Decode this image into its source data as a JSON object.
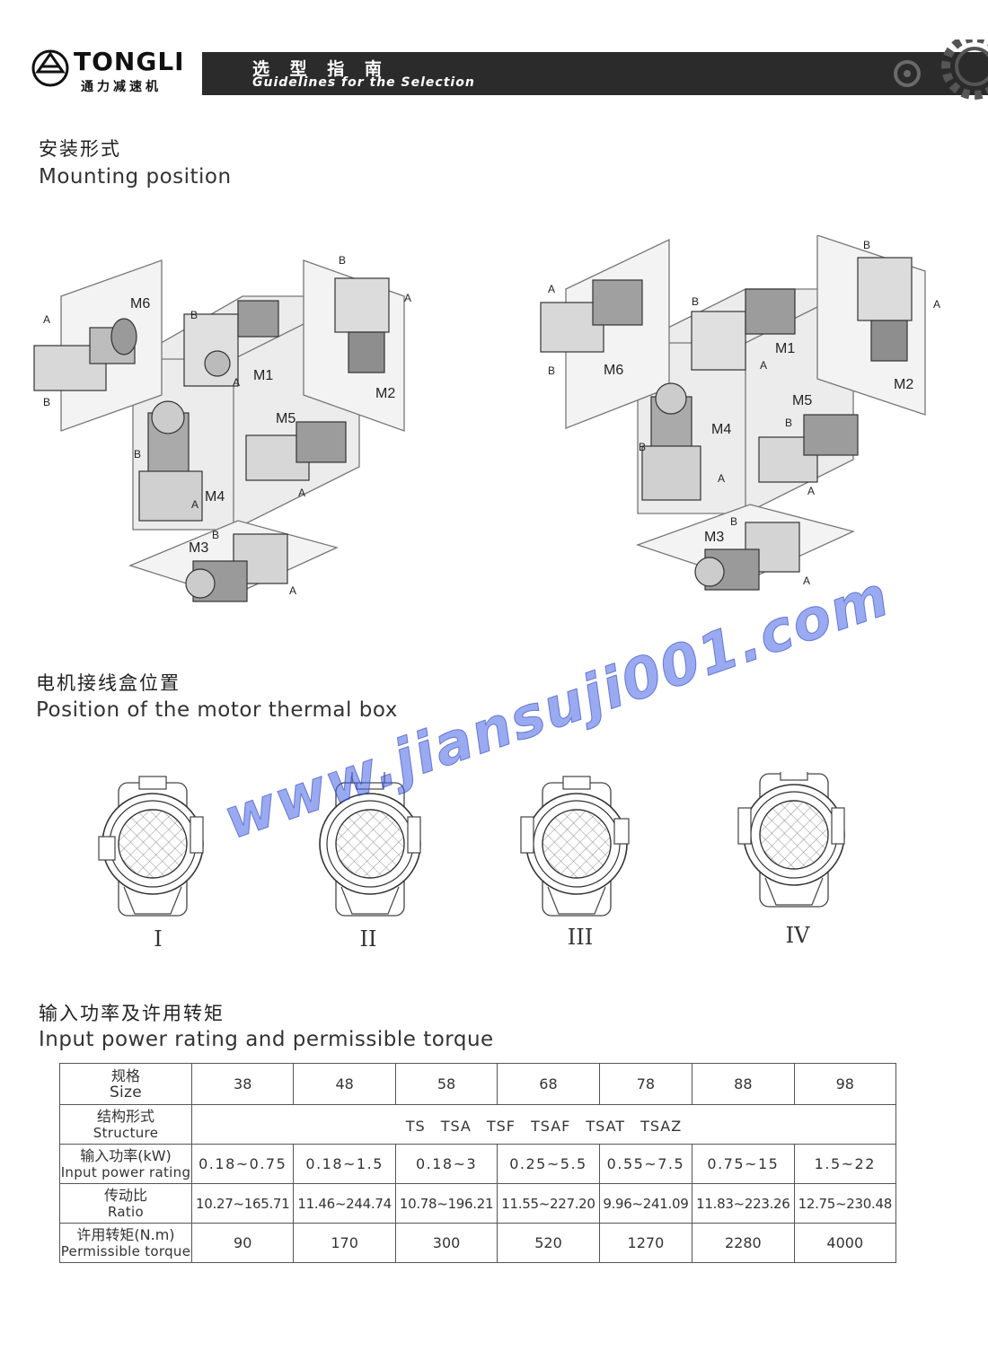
{
  "header": {
    "brand": "TONGLI",
    "brand_subtitle_cn": "通力减速机",
    "title_cn": "选 型 指 南",
    "title_en": "Guidelines for the Selection"
  },
  "mounting": {
    "title_cn": "安装形式",
    "title_en": "Mounting position",
    "labels": [
      "M1",
      "M2",
      "M3",
      "M4",
      "M5",
      "M6"
    ],
    "side_a": "A",
    "side_b": "B"
  },
  "thermal_box": {
    "title_cn": "电机接线盒位置",
    "title_en": "Position of the motor thermal box",
    "positions": [
      "I",
      "II",
      "III",
      "IV"
    ]
  },
  "watermark": "www.jiansuji001.com",
  "rating": {
    "title_cn": "输入功率及许用转矩",
    "title_en": "Input power rating and permissible torque",
    "rows": {
      "size": {
        "label_cn": "规格",
        "label_en": "Size"
      },
      "structure": {
        "label_cn": "结构形式",
        "label_en": "Structure",
        "value": "TS　TSA　TSF　TSAF　TSAT　TSAZ"
      },
      "power": {
        "label_cn": "输入功率(kW)",
        "label_en": "Input power rating"
      },
      "ratio": {
        "label_cn": "传动比",
        "label_en": "Ratio"
      },
      "torque": {
        "label_cn": "许用转矩(N.m)",
        "label_en": "Permissible torque"
      }
    },
    "columns": [
      {
        "size": "38",
        "power": "0.18~0.75",
        "ratio": "10.27~165.71",
        "torque": "90"
      },
      {
        "size": "48",
        "power": "0.18~1.5",
        "ratio": "11.46~244.74",
        "torque": "170"
      },
      {
        "size": "58",
        "power": "0.18~3",
        "ratio": "10.78~196.21",
        "torque": "300"
      },
      {
        "size": "68",
        "power": "0.25~5.5",
        "ratio": "11.55~227.20",
        "torque": "520"
      },
      {
        "size": "78",
        "power": "0.55~7.5",
        "ratio": "9.96~241.09",
        "torque": "1270"
      },
      {
        "size": "88",
        "power": "0.75~15",
        "ratio": "11.83~223.26",
        "torque": "2280"
      },
      {
        "size": "98",
        "power": "1.5~22",
        "ratio": "12.75~230.48",
        "torque": "4000"
      }
    ]
  }
}
